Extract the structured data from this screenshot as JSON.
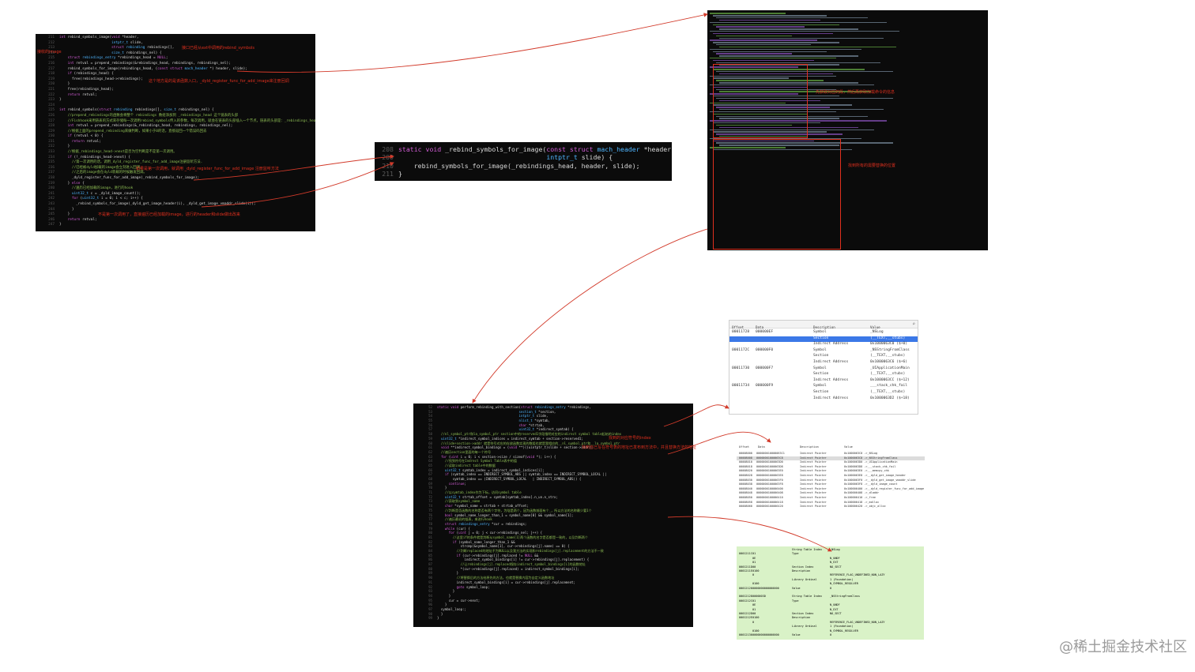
{
  "panel_a": {
    "lines": [
      {
        "n": "211",
        "t": "int rebind_symbols_image(void *header,"
      },
      {
        "n": "212",
        "t": "                         intptr_t slide,"
      },
      {
        "n": "213",
        "t": "                         struct rebinding rebindings[],"
      },
      {
        "n": "214",
        "t": "                         size_t rebindings_nel) {"
      },
      {
        "n": "215",
        "t": "    struct rebindings_entry *rebindings_head = NULL;"
      },
      {
        "n": "216",
        "t": "    int retval = prepend_rebindings(&rebindings_head, rebindings, rebindings_nel);"
      },
      {
        "n": "217",
        "t": "    rebind_symbols_for_image(rebindings_head, (const struct mach_header *) header, slide);"
      },
      {
        "n": "218",
        "t": "    if (rebindings_head) {"
      },
      {
        "n": "219",
        "t": "      free(rebindings_head->rebindings);"
      },
      {
        "n": "220",
        "t": "    }"
      },
      {
        "n": "221",
        "t": "    free(rebindings_head);"
      },
      {
        "n": "222",
        "t": "    return retval;"
      },
      {
        "n": "223",
        "t": "}"
      },
      {
        "n": "224",
        "t": ""
      },
      {
        "n": "225",
        "t": "int rebind_symbols(struct rebinding rebindings[], size_t rebindings_nel) {"
      },
      {
        "n": "226",
        "t": "    //prepend_rebindings的函数会将整个 rebindings 数组添加到 _rebindings_head 这个链表的头部"
      },
      {
        "n": "227",
        "t": "    //Fishhook采用链表的方式来存储每一次调用rebind_symbols传入的参数，每次调用，就会在链表的头部插入一个节点，链表的头部是：_rebindings_head"
      },
      {
        "n": "228",
        "t": "    int retval = prepend_rebindings(&_rebindings_head, rebindings, rebindings_nel);"
      },
      {
        "n": "229",
        "t": "    //根据上面的prepend_rebinding来做判断，如果小于0的话，直接返回一个错误码回去"
      },
      {
        "n": "230",
        "t": "    if (retval < 0) {"
      },
      {
        "n": "231",
        "t": "      return retval;"
      },
      {
        "n": "232",
        "t": "    }"
      },
      {
        "n": "233",
        "t": "    //根据_rebindings_head->next是否为空判断是不是第一次调用。"
      },
      {
        "n": "234",
        "t": "    if (!_rebindings_head->next) {"
      },
      {
        "n": "235",
        "t": "      //第一次调用的话，调用_dyld_register_func_for_add_image注册监听方法."
      },
      {
        "n": "236",
        "t": "      //已经被dyld加载的image会立刻进入回调。"
      },
      {
        "n": "237",
        "t": "      //之后的image会在dyld装载的时候触发回调。"
      },
      {
        "n": "238",
        "t": "      _dyld_register_func_for_add_image(_rebind_symbols_for_image);"
      },
      {
        "n": "239",
        "t": "    } else {"
      },
      {
        "n": "240",
        "t": "      //遍历已经加载的image，进行的hook"
      },
      {
        "n": "241",
        "t": "      uint32_t c = _dyld_image_count();"
      },
      {
        "n": "242",
        "t": "      for (uint32_t i = 0; i < c; i++) {"
      },
      {
        "n": "243",
        "t": "        _rebind_symbols_for_image(_dyld_get_image_header(i), _dyld_get_image_vmaddr_slide(i));"
      },
      {
        "n": "244",
        "t": "      }"
      },
      {
        "n": "245",
        "t": "    }"
      },
      {
        "n": "246",
        "t": "    return retval;"
      },
      {
        "n": "247",
        "t": "}"
      }
    ],
    "notes": [
      "接收的image",
      "接口已经从ext中调用的rebind_symbols",
      "这个地方是的是该函数入口，_dyld_register_func_for_add_image来注册回调",
      "不是第一次调用了，直接遍历已经加载的image，进行的header和slide做出改来",
      "如果是第一次调用，就调用 _dyld_register_func_for_add_image 注册监听方法"
    ]
  },
  "panel_b": {
    "lines": [
      {
        "n": "208",
        "t": "static void _rebind_symbols_for_image(const struct mach_header *header,"
      },
      {
        "n": "209",
        "t": "                                      intptr_t slide) {"
      },
      {
        "n": "210",
        "t": "    rebind_symbols_for_image(_rebindings_head, header, slide);"
      },
      {
        "n": "211",
        "t": "}"
      }
    ]
  },
  "panel_c": {
    "notes": [
      "先获取对应的段，然后再获取加载命令的信息",
      "找到所有的需要替换的位置"
    ]
  },
  "panel_d": {
    "lines": [
      {
        "n": "52",
        "t": "static void perform_rebinding_with_section(struct rebindings_entry *rebindings,"
      },
      {
        "n": "53",
        "t": "                                          section_t *section,"
      },
      {
        "n": "54",
        "t": "                                          intptr_t slide,"
      },
      {
        "n": "55",
        "t": "                                          nlist_t *symtab,"
      },
      {
        "n": "56",
        "t": "                                          char *strtab,"
      },
      {
        "n": "57",
        "t": "                                          uint32_t *indirect_symtab) {"
      },
      {
        "n": "58",
        "t": "  //nl_symbol_ptr和la_symbol_ptr section中的reserved1字段指明对应的indirect symbol table起始的index"
      },
      {
        "n": "59",
        "t": "  uint32_t *indirect_symbol_indices = indirect_symtab + section->reserved1;"
      },
      {
        "n": "60",
        "t": "  //slide+section->addr 就是符号对应的存放函数实现的数组也就是我相应的__nl_symbol_ptr和__la_symbol_ptr"
      },
      {
        "n": "61",
        "t": "  void **indirect_symbol_bindings = (void **)((uintptr_t)slide + section->addr);"
      },
      {
        "n": "62",
        "t": "  //遍历section里面的每一个符号"
      },
      {
        "n": "63",
        "t": "  for (uint i = 0; i < section->size / sizeof(void *); i++) {"
      },
      {
        "n": "64",
        "t": "    //找到符号在Indrect Symbol Table表中的值"
      },
      {
        "n": "65",
        "t": "    //读取indirect table中的数据"
      },
      {
        "n": "66",
        "t": "    uint32_t symtab_index = indirect_symbol_indices[i];"
      },
      {
        "n": "67",
        "t": "    if (symtab_index == INDIRECT_SYMBOL_ABS || symtab_index == INDIRECT_SYMBOL_LOCAL ||"
      },
      {
        "n": "68",
        "t": "        symtab_index == (INDIRECT_SYMBOL_LOCAL   | INDIRECT_SYMBOL_ABS)) {"
      },
      {
        "n": "69",
        "t": "      continue;"
      },
      {
        "n": "70",
        "t": "    }"
      },
      {
        "n": "71",
        "t": "    //以symtab_index作为下标，访问symbol table"
      },
      {
        "n": "72",
        "t": "    uint32_t strtab_offset = symtab[symtab_index].n_un.n_strx;"
      },
      {
        "n": "73",
        "t": "    //获取到symbol_name"
      },
      {
        "n": "74",
        "t": "    char *symbol_name = strtab + strtab_offset;"
      },
      {
        "n": "75",
        "t": "    //判断是否函数的名称是否有两个字符，为啥是两个，因为函数前面有个_，所以方法的名称最少要1个"
      },
      {
        "n": "76",
        "t": "    bool symbol_name_longer_than_1 = symbol_name[0] && symbol_name[1];"
      },
      {
        "n": "77",
        "t": "    //遍历最初的链表，来进行hook"
      },
      {
        "n": "78",
        "t": "    struct rebindings_entry *cur = rebindings;"
      },
      {
        "n": "79",
        "t": "    while (cur) {"
      },
      {
        "n": "80",
        "t": "      for (uint j = 0; j < cur->rebindings_nel; j++) {"
      },
      {
        "n": "81",
        "t": "        //这里if的条件就是判断从symbol_name[1]两个函数的名字是否都是一致的，以及判断两个"
      },
      {
        "n": "82",
        "t": "        if (symbol_name_longer_than_1 &&"
      },
      {
        "n": "83",
        "t": "            strcmp(&symbol_name[1], cur->rebindings[j].name) == 0) {"
      },
      {
        "n": "84",
        "t": "          //判断replaced的地址不为NULL以及我方法的实现和rebindings[j].replacement的方法不一致"
      },
      {
        "n": "85",
        "t": "          if (cur->rebindings[j].replaced != NULL &&"
      },
      {
        "n": "86",
        "t": "              indirect_symbol_bindings[i] != cur->rebindings[j].replacement) {"
      },
      {
        "n": "87",
        "t": "            //让rebindings[j].replaced保存indirect_symbol_bindings[i]的函数地址"
      },
      {
        "n": "88",
        "t": "            *(cur->rebindings[j].replaced) = indirect_symbol_bindings[i];"
      },
      {
        "n": "89",
        "t": "          }"
      },
      {
        "n": "90",
        "t": "          //将替换后的方法给原先的方法，也就是替换内容为自定义函数地址"
      },
      {
        "n": "91",
        "t": "          indirect_symbol_bindings[i] = cur->rebindings[j].replacement;"
      },
      {
        "n": "92",
        "t": "          goto symbol_loop;"
      },
      {
        "n": "93",
        "t": "        }"
      },
      {
        "n": "94",
        "t": "      }"
      },
      {
        "n": "95",
        "t": "      cur = cur->next;"
      },
      {
        "n": "96",
        "t": "    }"
      },
      {
        "n": "97",
        "t": "  symbol_loop:;"
      },
      {
        "n": "98",
        "t": "  }"
      },
      {
        "n": "99",
        "t": "}"
      }
    ],
    "notes": [
      "找到的对应符号的index",
      "找到自己写在符号表的地址已发布到方法中，并且替换方法的地址"
    ]
  },
  "table_e": {
    "headers": [
      "Offset",
      "Data",
      "Description",
      "Value"
    ],
    "rows": [
      [
        "00011728",
        "000000EF",
        "Symbol",
        "_NSLog"
      ],
      [
        "",
        "",
        "Section",
        "(__TEXT,__stubs)"
      ],
      [
        "",
        "",
        "Indirect Address",
        "0x1000063C0 ($+0)"
      ],
      [
        "0001172C",
        "000000F0",
        "Symbol",
        "_NSStringFromClass"
      ],
      [
        "",
        "",
        "Section",
        "(__TEXT,__stubs)"
      ],
      [
        "",
        "",
        "Indirect Address",
        "0x1000063C6 ($+6)"
      ],
      [
        "00011730",
        "000000F7",
        "Symbol",
        "_UIApplicationMain"
      ],
      [
        "",
        "",
        "Section",
        "(__TEXT,__stubs)"
      ],
      [
        "",
        "",
        "Indirect Address",
        "0x1000063CC ($+12)"
      ],
      [
        "00011734",
        "000000F9",
        "Symbol",
        "___stack_chk_fail"
      ],
      [
        "",
        "",
        "Section",
        "(__TEXT,__stubs)"
      ],
      [
        "",
        "",
        "Indirect Address",
        "0x1000063D2 ($+18)"
      ]
    ]
  },
  "table_f": {
    "headers": [
      "Offset",
      "Data",
      "Description",
      "Value"
    ],
    "rows": [
      [
        "00008000",
        "000000010000063C1",
        "Indirect Pointer",
        "0x1000063C0 ->_NSLog"
      ],
      [
        "00008008",
        "00000001000063C8",
        "Indirect Pointer",
        "0x1000063C8 ->_NSStringFromClass"
      ],
      [
        "00008010",
        "00000001000063D0",
        "Indirect Pointer",
        "0x1000063D0 ->_UIApplicationMain"
      ],
      [
        "00008018",
        "00000001000063D8",
        "Indirect Pointer",
        "0x1000063D8 ->___stack_chk_fail"
      ],
      [
        "00008020",
        "00000001000063E0",
        "Indirect Pointer",
        "0x1000063E0 ->___memcpy_chk"
      ],
      [
        "00008028",
        "00000001000063E8",
        "Indirect Pointer",
        "0x1000063E8 ->__dyld_get_image_header"
      ],
      [
        "00008030",
        "00000001000063F0",
        "Indirect Pointer",
        "0x1000063F0 ->__dyld_get_image_vmaddr_slide"
      ],
      [
        "00008038",
        "00000001000063F8",
        "Indirect Pointer",
        "0x1000063F8 ->__dyld_image_count"
      ],
      [
        "00008040",
        "0000000100006400",
        "Indirect Pointer",
        "0x100006400 ->__dyld_register_func_for_add_image"
      ],
      [
        "00008048",
        "0000000100006408",
        "Indirect Pointer",
        "0x100006408 ->_dladdr"
      ],
      [
        "00008050",
        "0000000100006410",
        "Indirect Pointer",
        "0x100006410 ->_free"
      ],
      [
        "00008058",
        "0000000100006418",
        "Indirect Pointer",
        "0x100006418 ->_malloc"
      ],
      [
        "00008060",
        "0000000100006420",
        "Indirect Pointer",
        "0x100006420 ->_objc_alloc"
      ]
    ]
  },
  "table_g": {
    "rows": [
      [
        "",
        "",
        "String Table Index",
        "_NSLog"
      ],
      [
        "0001211C",
        "01",
        "Type",
        ""
      ],
      [
        "",
        "0E",
        "",
        "N_UNDF"
      ],
      [
        "",
        "01",
        "",
        "N_EXT"
      ],
      [
        "0001211D",
        "00",
        "Section Index",
        "NO_SECT"
      ],
      [
        "0001211E",
        "0100",
        "Description",
        ""
      ],
      [
        "",
        "0",
        "",
        "REFERENCE_FLAG_UNDEFINED_NON_LAZY"
      ],
      [
        "",
        "",
        "Library Ordinal",
        "1 (Foundation)"
      ],
      [
        "",
        "0100",
        "",
        "N_SYMBOL_RESOLVER"
      ],
      [
        "00012120",
        "0000000000000000",
        "Value",
        "0"
      ],
      [
        "",
        "",
        "",
        ""
      ],
      [
        "00012128",
        "0000003D",
        "String Table Index",
        "_NSStringFromClass"
      ],
      [
        "0001212C",
        "01",
        "Type",
        ""
      ],
      [
        "",
        "0E",
        "",
        "N_UNDF"
      ],
      [
        "",
        "01",
        "",
        "N_EXT"
      ],
      [
        "0001212D",
        "00",
        "Section Index",
        "NO_SECT"
      ],
      [
        "0001212E",
        "0100",
        "Description",
        ""
      ],
      [
        "",
        "0",
        "",
        "REFERENCE_FLAG_UNDEFINED_NON_LAZY"
      ],
      [
        "",
        "",
        "Library Ordinal",
        "1 (Foundation)"
      ],
      [
        "",
        "0100",
        "",
        "N_SYMBOL_RESOLVER"
      ],
      [
        "00012130",
        "0000000000000000",
        "Value",
        "0"
      ]
    ]
  },
  "watermark": "@稀土掘金技术社区",
  "colors": {
    "arrow": "#d23a2a",
    "note": "#e0301e",
    "panel_bg": "#0b0b0b",
    "table_green": "#d9f2c7",
    "highlight": "#3b78e7"
  }
}
